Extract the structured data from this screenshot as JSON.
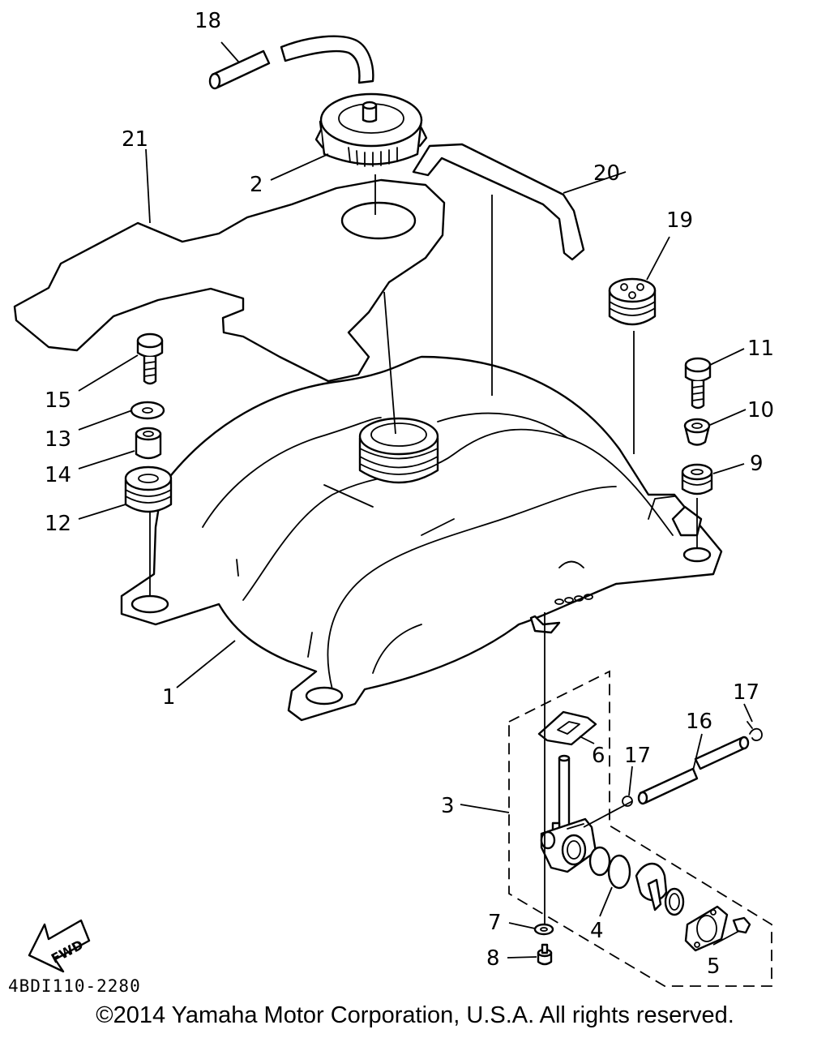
{
  "diagram": {
    "callouts": [
      "1",
      "2",
      "3",
      "4",
      "5",
      "6",
      "7",
      "8",
      "9",
      "10",
      "11",
      "12",
      "13",
      "14",
      "15",
      "16",
      "17",
      "17",
      "18",
      "19",
      "20",
      "21"
    ],
    "fwd_label": "FWD",
    "doc_code": "4BDI110-2280",
    "copyright": "©2014 Yamaha Motor Corporation, U.S.A. All rights reserved."
  }
}
